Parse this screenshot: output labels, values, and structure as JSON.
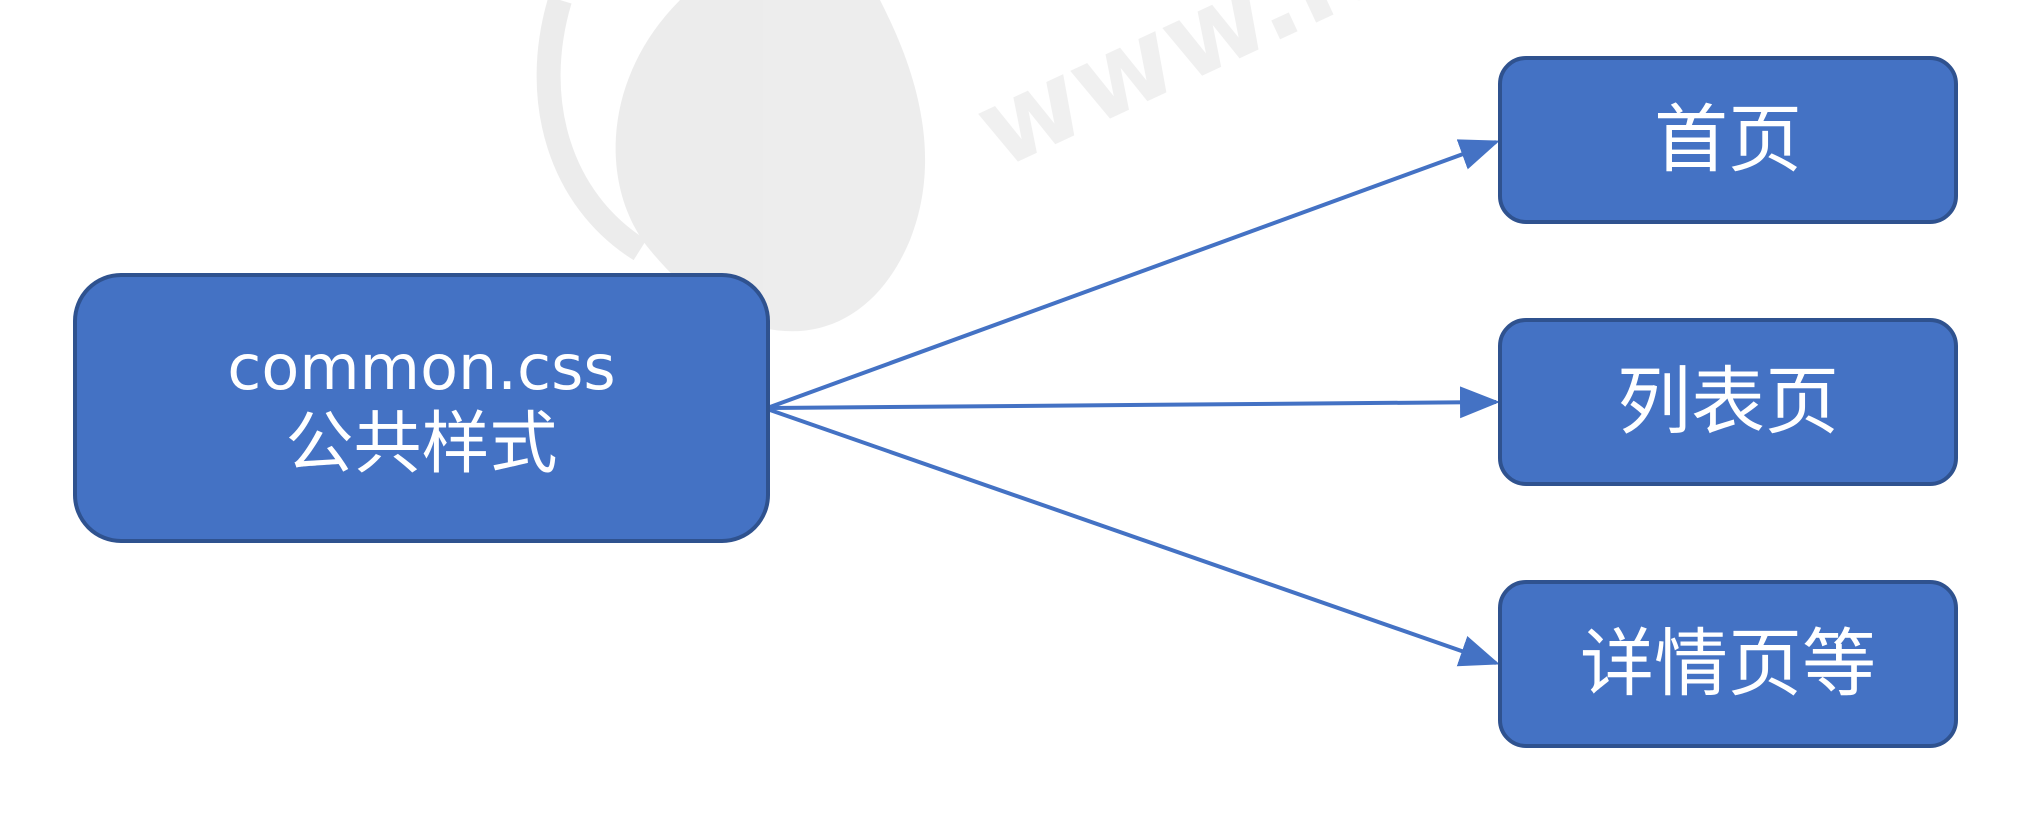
{
  "colors": {
    "node_fill": "#4472c4",
    "node_border": "#2f528f",
    "arrow": "#4472c4",
    "text": "#ffffff"
  },
  "source": {
    "title": "common.css",
    "subtitle": "公共样式"
  },
  "targets": [
    {
      "label": "首页"
    },
    {
      "label": "列表页"
    },
    {
      "label": "详情页等"
    }
  ],
  "watermark": {
    "text": "www.itheima.com",
    "icon": "horse-logo-icon"
  }
}
